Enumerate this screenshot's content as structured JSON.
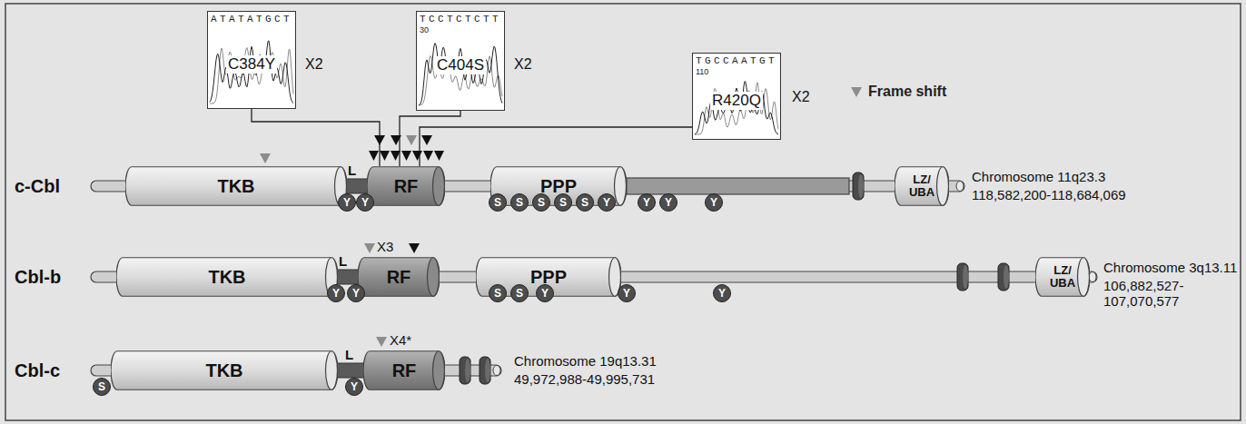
{
  "diagram": {
    "nodes": [
      {
        "text": [
          "ATATATGCT",
          "C384Y"
        ]
      },
      {
        "text": [
          "TCCTCTCTT",
          "30",
          "C404S"
        ]
      },
      {
        "text": [
          "TGCCAATGT",
          "110",
          "R420Q"
        ]
      },
      {
        "text": [
          "c-Cbl"
        ]
      },
      {
        "text": [
          "TKB"
        ],
        "in": 3
      },
      {
        "text": [
          "RF"
        ],
        "in": 3
      },
      {
        "text": [
          "PPP"
        ],
        "in": 3
      },
      {
        "text": [
          "LZ/ UBA"
        ],
        "in": 3
      },
      {
        "text": [
          "Y"
        ],
        "in": 3
      },
      {
        "text": [
          "Y"
        ],
        "in": 3
      },
      {
        "text": [
          "S"
        ],
        "in": 3
      },
      {
        "text": [
          "S"
        ],
        "in": 3
      },
      {
        "text": [
          "S"
        ],
        "in": 3
      },
      {
        "text": [
          "S"
        ],
        "in": 3
      },
      {
        "text": [
          "S"
        ],
        "in": 3
      },
      {
        "text": [
          "Y"
        ],
        "in": 3
      },
      {
        "text": [
          "Y"
        ],
        "in": 3
      },
      {
        "text": [
          "Y"
        ],
        "in": 3
      },
      {
        "text": [
          "Y"
        ],
        "in": 3
      },
      {
        "text": [
          "Cbl-b"
        ]
      },
      {
        "text": [
          "TKB"
        ],
        "in": 19
      },
      {
        "text": [
          "RF"
        ],
        "in": 19
      },
      {
        "text": [
          "PPP"
        ],
        "in": 19
      },
      {
        "text": [
          "LZ/ UBA"
        ],
        "in": 19
      },
      {
        "text": [
          "Y"
        ],
        "in": 19
      },
      {
        "text": [
          "Y"
        ],
        "in": 19
      },
      {
        "text": [
          "S"
        ],
        "in": 19
      },
      {
        "text": [
          "S"
        ],
        "in": 19
      },
      {
        "text": [
          "Y"
        ],
        "in": 19
      },
      {
        "text": [
          "Y"
        ],
        "in": 19
      },
      {
        "text": [
          "Y"
        ],
        "in": 19
      },
      {
        "text": [
          "Cbl-c"
        ]
      },
      {
        "text": [
          "S"
        ],
        "in": 31
      },
      {
        "text": [
          "TKB"
        ],
        "in": 31
      },
      {
        "text": [
          "Y"
        ],
        "in": 31
      },
      {
        "text": [
          "RF"
        ],
        "in": 31
      }
    ],
    "edges": [
      {
        "from": 0,
        "to": 5,
        "arrow": "none"
      },
      {
        "from": 1,
        "to": 5,
        "arrow": "none"
      },
      {
        "from": 2,
        "to": 5,
        "arrow": "none"
      }
    ],
    "labels": [
      "X2",
      "X2",
      "X2",
      "L",
      "Chromosome 11q23.3",
      "118,582,200-118,684,069",
      "X3",
      "L",
      "Chromosome 3q13.11",
      "106,882,527- 107,070,577",
      "X4*",
      "L",
      "Chromosome 19q13.31",
      "49,972,988-49,995,731"
    ],
    "legend": [
      {
        "text": "Frame shift"
      }
    ]
  }
}
